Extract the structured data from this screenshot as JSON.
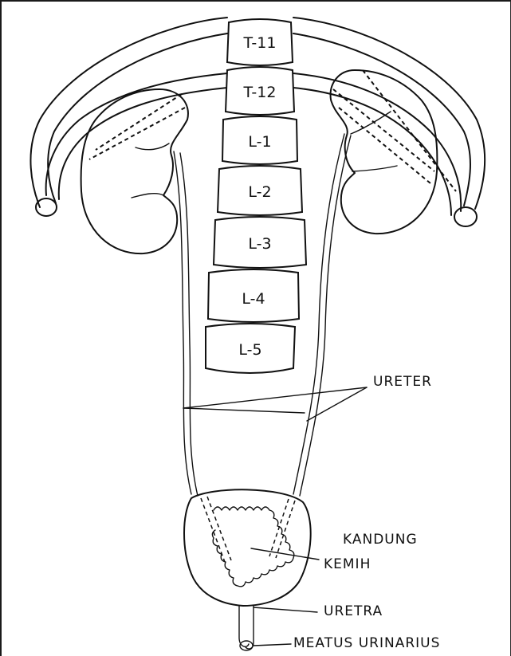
{
  "vertebrae": [
    "T-11",
    "T-12",
    "L-1",
    "L-2",
    "L-3",
    "L-4",
    "L-5"
  ],
  "labels": {
    "ureter": "URETER",
    "bladder_line1": "KANDUNG",
    "bladder_line2": "KEMIH",
    "urethra": "URETRA",
    "meatus": "MEATUS URINARIUS"
  }
}
